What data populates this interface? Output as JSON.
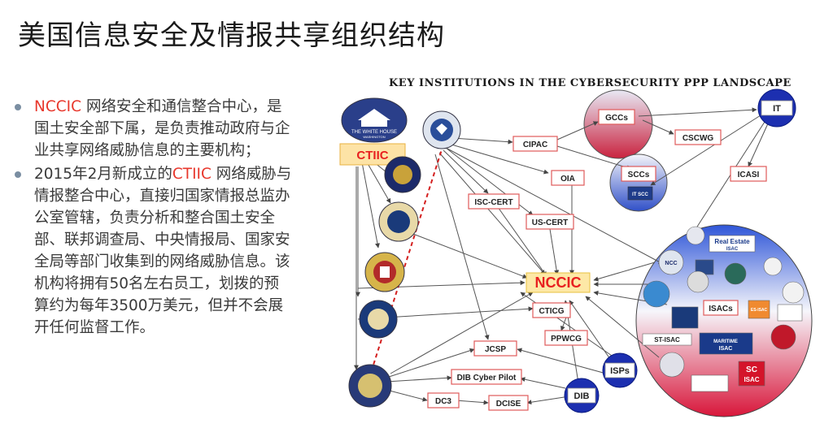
{
  "slide": {
    "title": "美国信息安全及情报共享组织结构"
  },
  "bullets": [
    {
      "accent": "NCCIC",
      "text": " 网络安全和通信整合中心，是国土安全部下属，是负责推动政府与企业共享网络威胁信息的主要机构；"
    },
    {
      "prefix": "2015年2月新成立的",
      "accent": "CTIIC",
      "text": " 网络威胁与情报整合中心，直接归国家情报总监办公室管辖，负责分析和整合国土安全部、联邦调查局、中央情报局、国家安全局等部门收集到的网络威胁信息。该机构将拥有50名左右员工，划拨的预算约为每年3500万美元，但并不会展开任何监督工作。"
    }
  ],
  "diagram": {
    "title": "KEY INSTITUTIONS IN THE CYBERSECURITY PPP LANDSCAPE",
    "nodes": {
      "nccic": "NCCIC",
      "ctiic": "CTIIC",
      "cipac": "CIPAC",
      "oia": "OIA",
      "isc_cert": "ISC-CERT",
      "us_cert": "US-CERT",
      "cticg": "CTICG",
      "ppwcg": "PPWCG",
      "jcsp": "JCSP",
      "dib_cyber_pilot": "DIB Cyber Pilot",
      "dc3": "DC3",
      "dcise": "DCISE",
      "gccs": "GCCs",
      "cscwg": "CSCWG",
      "sccs": "SCCs",
      "icasi": "ICASI",
      "it": "IT",
      "isps": "ISPs",
      "dib": "DIB",
      "isacs": "ISACs"
    },
    "seals": {
      "white_house": "THE WHITE HOUSE",
      "white_house_sub": "WASHINGTON"
    },
    "isac_logos": {
      "real_estate": "Real Estate",
      "real_estate_sub": "ISAC",
      "st_isac": "ST-ISAC",
      "maritime": "MARITIME",
      "maritime_sub": "ISAC",
      "es_isac": "ES-ISAC",
      "sc_isac": "SC",
      "sc_isac_sub": "ISAC",
      "ncc": "NCC",
      "it_scc": "IT SCC"
    }
  }
}
